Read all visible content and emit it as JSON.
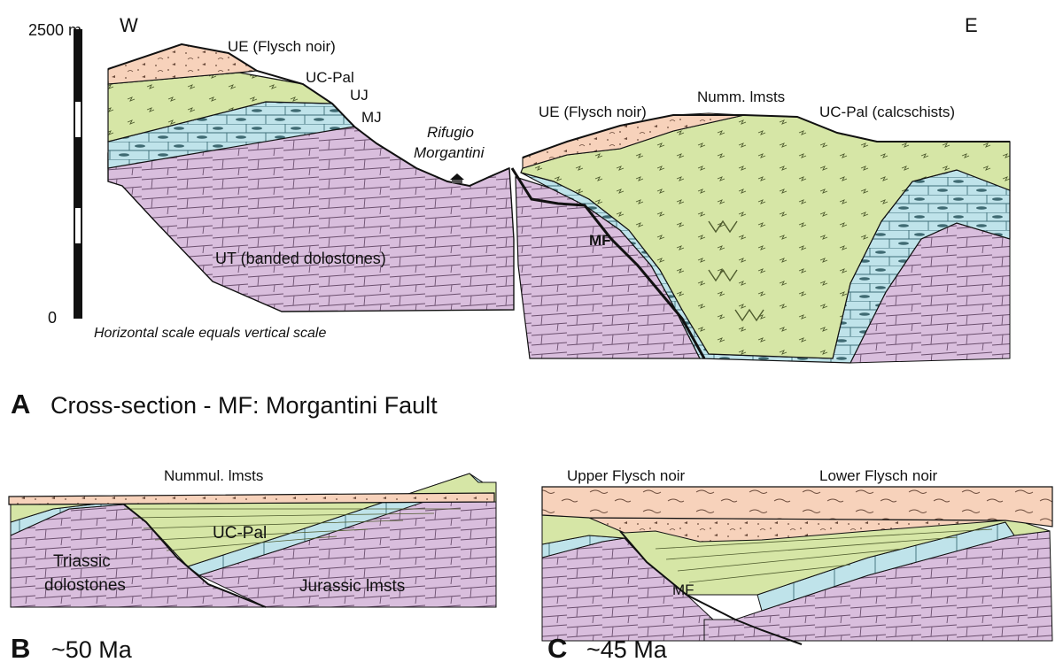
{
  "panel_a": {
    "letter": "A",
    "caption": "Cross-section - MF: Morgantini Fault",
    "scale": {
      "top_label": "2500 m",
      "bottom_label": "0",
      "note": "Horizontal scale equals vertical scale"
    },
    "compass": {
      "west": "W",
      "east": "E"
    },
    "labels": {
      "ue_west": "UE (Flysch noir)",
      "ucpal_west": "UC-Pal",
      "uj": "UJ",
      "mj": "MJ",
      "refuge_line1": "Rifugio",
      "refuge_line2": "Morgantini",
      "ut": "UT (banded dolostones)",
      "mf": "MF",
      "ue_east": "UE (Flysch noir)",
      "numm": "Numm. lmsts",
      "ucpal_east": "UC-Pal (calcschists)"
    }
  },
  "panel_b": {
    "letter": "B",
    "caption": "~50 Ma",
    "labels": {
      "nummul": "Nummul. lmsts",
      "ucpal": "UC-Pal",
      "triassic_line1": "Triassic",
      "triassic_line2": "dolostones",
      "jurassic": "Jurassic lmsts"
    }
  },
  "panel_c": {
    "letter": "C",
    "caption": "~45 Ma",
    "labels": {
      "upper": "Upper Flysch noir",
      "lower": "Lower Flysch noir",
      "mf": "MF"
    }
  },
  "colors": {
    "dolostone": "#d9bedd",
    "limestone": "#bfe3ea",
    "calcschist": "#d6e6a6",
    "flysch": "#f7d2bb",
    "outline": "#111111"
  }
}
